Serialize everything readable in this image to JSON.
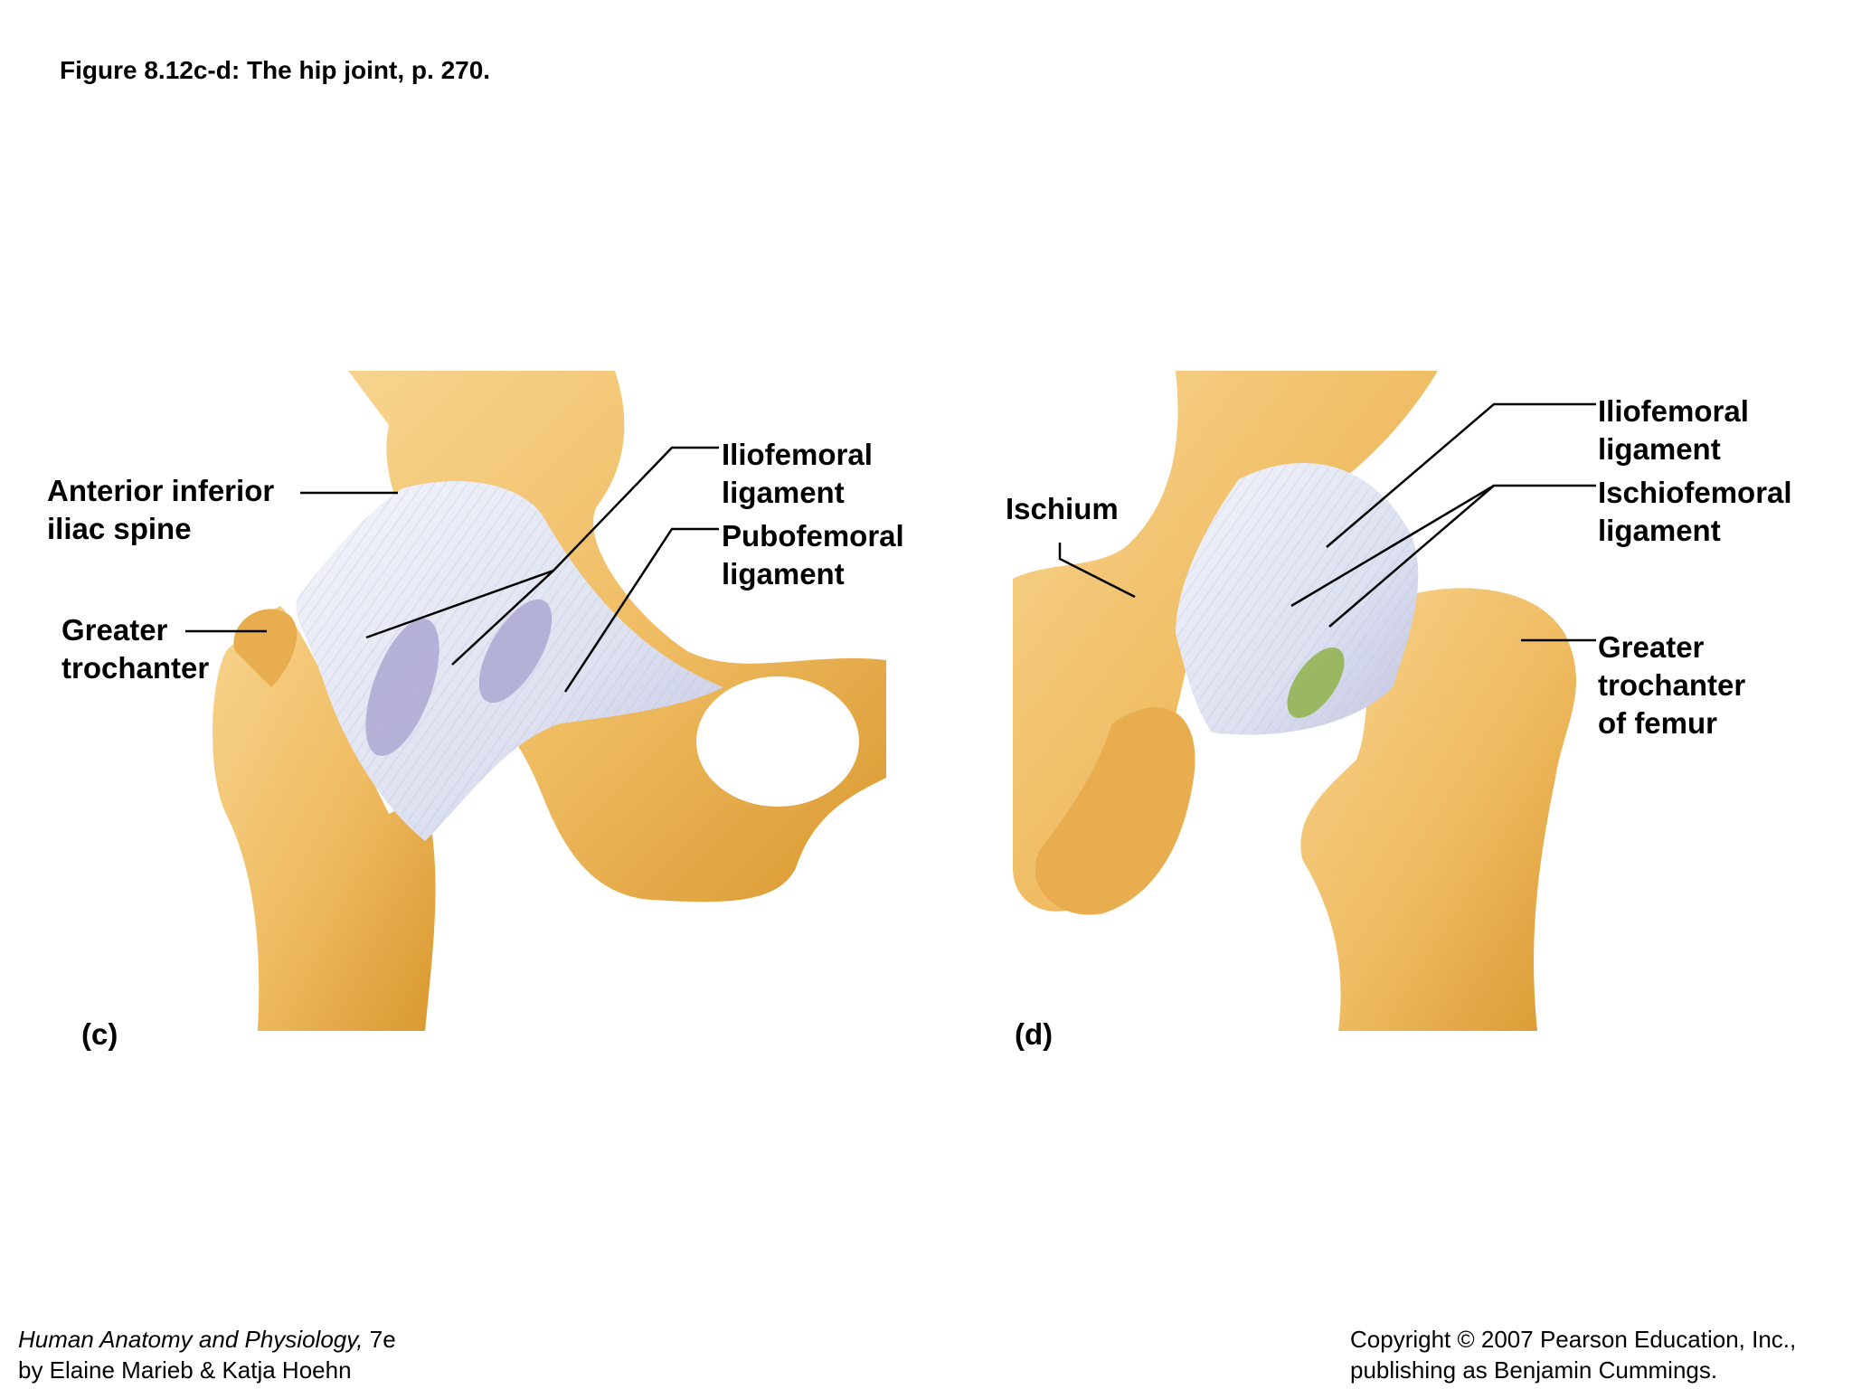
{
  "title": "Figure 8.12c-d:  The hip joint, p. 270.",
  "panel_c": {
    "letter": "(c)",
    "labels": {
      "anterior_inferior_iliac_spine": [
        "Anterior inferior",
        "iliac spine"
      ],
      "greater_trochanter": [
        "Greater",
        "trochanter"
      ],
      "iliofemoral_ligament": [
        "Iliofemoral",
        "ligament"
      ],
      "pubofemoral_ligament": [
        "Pubofemoral",
        "ligament"
      ]
    }
  },
  "panel_d": {
    "letter": "(d)",
    "labels": {
      "ischium": "Ischium",
      "iliofemoral_ligament": [
        "Iliofemoral",
        "ligament"
      ],
      "ischiofemoral_ligament": [
        "Ischiofemoral",
        "ligament"
      ],
      "greater_trochanter_of_femur": [
        "Greater",
        "trochanter",
        "of femur"
      ]
    }
  },
  "footer": {
    "book_title": "Human Anatomy and Physiology,",
    "edition": " 7e",
    "authors": "by Elaine Marieb & Katja Hoehn",
    "copyright_line1": "Copyright © 2007 Pearson Education, Inc.,",
    "copyright_line2": "publishing as Benjamin Cummings."
  },
  "colors": {
    "bone": "#f2c06a",
    "bone_shadow": "#d9982f",
    "ligament": "#dfe3f2",
    "ligament_shadow": "#a9a4cf",
    "leader_line": "#000000"
  }
}
